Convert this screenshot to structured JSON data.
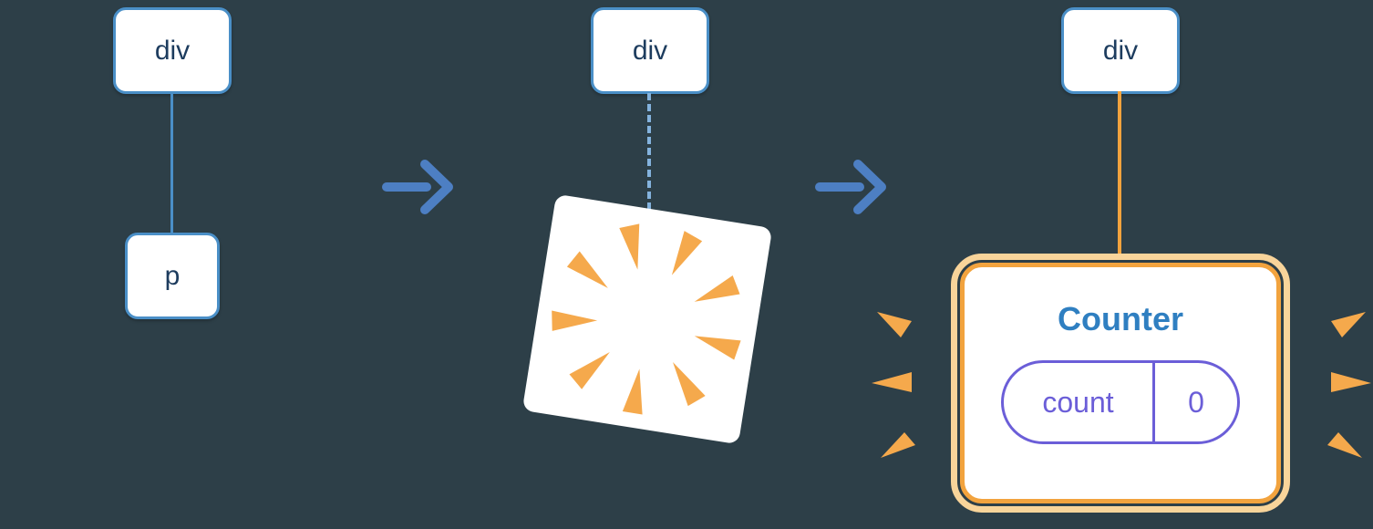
{
  "colors": {
    "background": "#2d3f48",
    "node_border": "#4a8fc7",
    "node_text": "#1d3c5e",
    "tree_line_blue": "#4a8fc7",
    "tree_line_dashed": "#84b3de",
    "arrow_blue": "#4d7fc3",
    "orange": "#f2a33e",
    "orange_light": "#f8d49a",
    "burst_orange": "#f5a94c",
    "counter_title_blue": "#2f7fc1",
    "state_purple": "#6b5ed8"
  },
  "stage_before": {
    "parent": "div",
    "child": "p"
  },
  "stage_unmount": {
    "parent": "div"
  },
  "stage_mount": {
    "parent": "div",
    "card_title": "Counter",
    "state_label": "count",
    "state_value": "0"
  }
}
